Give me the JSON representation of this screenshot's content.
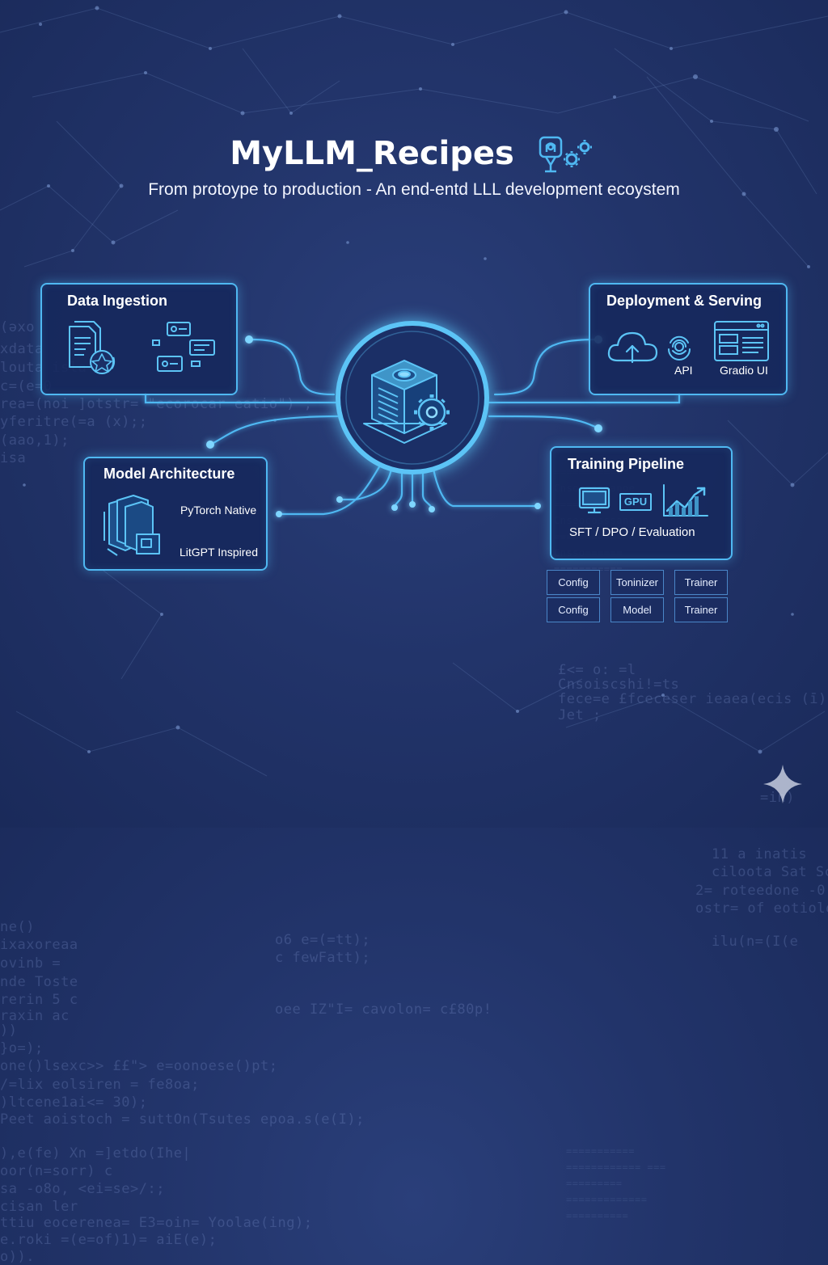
{
  "header": {
    "title": "MyLLM_Recipes",
    "subtitle": "From protoype to production - An end-entd LLL development ecoystem"
  },
  "panels": {
    "data_ingestion": {
      "title": "Data Ingestion"
    },
    "deployment": {
      "title": "Deployment & Serving",
      "api_label": "API",
      "gradio_label": "Gradio UI"
    },
    "model_architecture": {
      "title": "Model Architecture",
      "pytorch_label": "PyTorch Native",
      "litgpt_label": "LitGPT Inspired"
    },
    "training_pipeline": {
      "title": "Training Pipeline",
      "gpu_label": "GPU",
      "caption": "SFT / DPO / Evaluation"
    }
  },
  "components": [
    [
      "Config",
      "Toninizer",
      "Trainer"
    ],
    [
      "Config",
      "Model",
      "Trainer"
    ]
  ],
  "colors": {
    "accent": "#4fb8f2",
    "background": "#22346a",
    "text": "#ffffff"
  },
  "icons": [
    "document-stack-icon",
    "data-chips-icon",
    "cloud-upload-icon",
    "api-fingerprint-icon",
    "browser-window-icon",
    "server-cube-icon",
    "layers-icon",
    "monitor-icon",
    "gpu-chip-icon",
    "growth-chart-icon",
    "gear-icon",
    "sparkle-icon"
  ]
}
